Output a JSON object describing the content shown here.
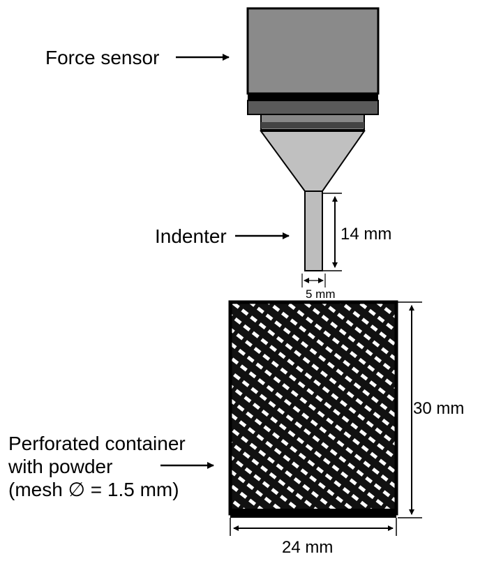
{
  "labels": {
    "force_sensor": "Force sensor",
    "indenter": "Indenter",
    "container_line1": "Perforated container",
    "container_line2": "with powder",
    "container_line3": "(mesh ∅ = 1.5 mm)"
  },
  "dimensions": {
    "indenter_length": "14 mm",
    "indenter_width": "5 mm",
    "container_height": "30 mm",
    "container_width": "24 mm"
  },
  "colors": {
    "sensor_body": "#8a8a8a",
    "funnel": "#c0c0c0",
    "indenter": "#bdbdbd",
    "outline": "#000000",
    "mesh_fill": "#111111",
    "background": "#ffffff"
  }
}
